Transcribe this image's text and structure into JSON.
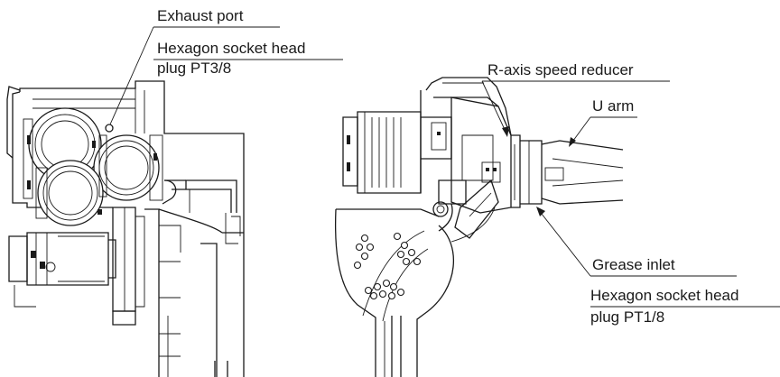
{
  "labels": {
    "exhaust_port": "Exhaust port",
    "exhaust_plug_line1": "Hexagon socket head",
    "exhaust_plug_line2": "plug PT3/8",
    "r_axis_reducer": "R-axis speed reducer",
    "u_arm": "U arm",
    "grease_inlet": "Grease inlet",
    "grease_plug_line1": "Hexagon socket head",
    "grease_plug_line2": "plug PT1/8"
  },
  "colors": {
    "line": "#1a1a1a",
    "background": "#ffffff"
  }
}
